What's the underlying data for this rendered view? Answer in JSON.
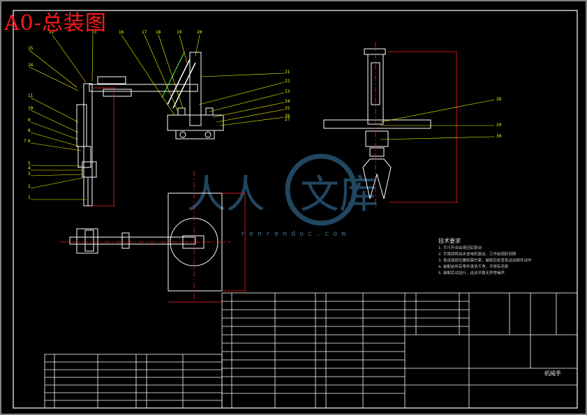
{
  "drawing": {
    "title": "A0-总装图",
    "watermark": "renrendoc.com",
    "watermark_logo": "人人文库",
    "project_title": "机械手"
  },
  "tech_req": {
    "title": "技术要求",
    "items": [
      "1. 手爪开合由液压缸驱动",
      "2. 手臂回转由步进电机驱动，工作前调好间隙",
      "3. 各连接部位螺栓需拧紧，装配后检查各运动部件动作",
      "4. 装配前所有零件清洗干净，不得有毛刺",
      "5. 装配后试运行，运动平稳无异常噪声"
    ]
  },
  "callouts_left": [
    "1",
    "2",
    "3",
    "4",
    "5",
    "6",
    "7",
    "8",
    "9",
    "10",
    "11",
    "12",
    "13",
    "14",
    "15"
  ],
  "callouts_top": [
    "16",
    "17",
    "18",
    "19",
    "20"
  ],
  "callouts_right": [
    "21",
    "22",
    "23",
    "24",
    "25",
    "26",
    "27"
  ],
  "callouts_side": [
    "28",
    "29",
    "30"
  ],
  "colors": {
    "line": "#ffffff",
    "dim": "#ff2020",
    "leader": "#ffff00",
    "frame": "#ffffff",
    "accent": "#ff1a1a"
  }
}
